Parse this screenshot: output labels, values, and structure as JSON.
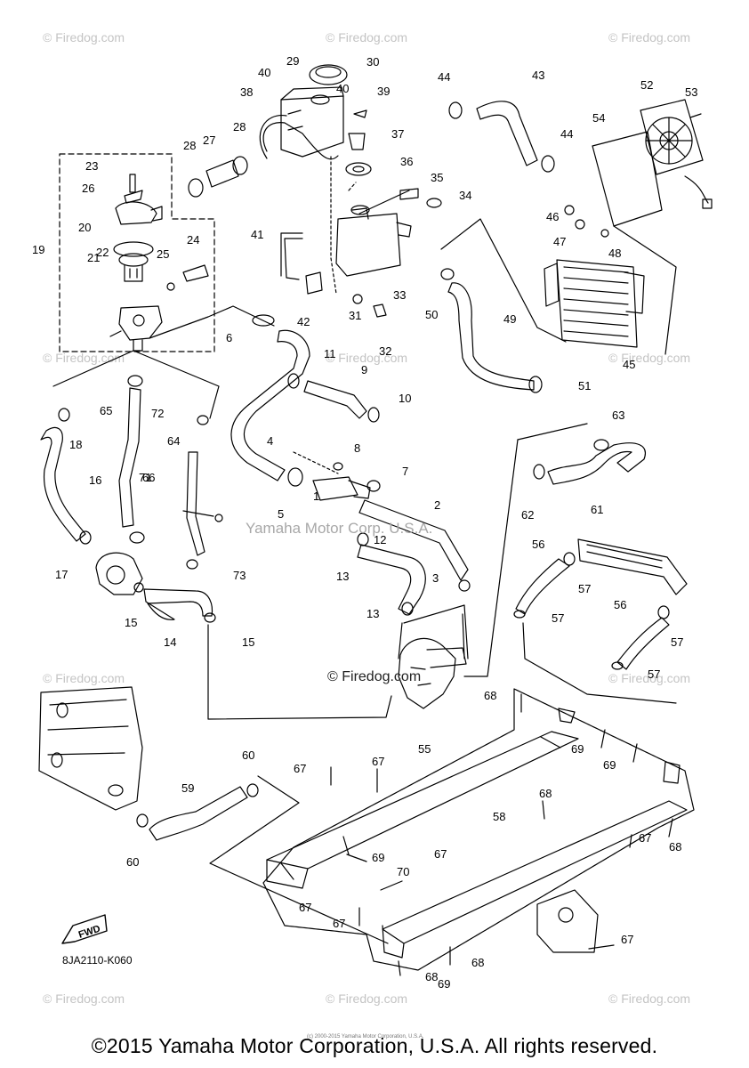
{
  "watermark": "© Firedog.com",
  "center_watermark": "Yamaha Motor Corp. U.S.A.",
  "center_watermark2": "© Firedog.com",
  "diagram_code": "8JA2110-K060",
  "fwd_label": "FWD",
  "footer": "©2015 Yamaha Motor Corporation, U.S.A. All rights reserved.",
  "tiny_notice": "(c) 2000-2015 Yamaha Motor Corporation, U.S.A.",
  "callouts": [
    "1",
    "2",
    "3",
    "4",
    "5",
    "6",
    "7",
    "8",
    "9",
    "10",
    "11",
    "12",
    "13",
    "13",
    "14",
    "15",
    "15",
    "16",
    "17",
    "18",
    "19",
    "20",
    "21",
    "22",
    "23",
    "24",
    "25",
    "26",
    "27",
    "28",
    "28",
    "29",
    "30",
    "31",
    "32",
    "33",
    "34",
    "35",
    "36",
    "37",
    "38",
    "39",
    "40",
    "40",
    "41",
    "42",
    "43",
    "44",
    "44",
    "45",
    "46",
    "47",
    "48",
    "49",
    "50",
    "51",
    "52",
    "53",
    "54",
    "55",
    "56",
    "56",
    "57",
    "57",
    "57",
    "57",
    "58",
    "59",
    "60",
    "60",
    "61",
    "62",
    "63",
    "64",
    "65",
    "66",
    "67",
    "67",
    "67",
    "67",
    "67",
    "67",
    "67",
    "68",
    "68",
    "68",
    "68",
    "68",
    "69",
    "69",
    "69",
    "69",
    "70",
    "71",
    "72",
    "73"
  ]
}
